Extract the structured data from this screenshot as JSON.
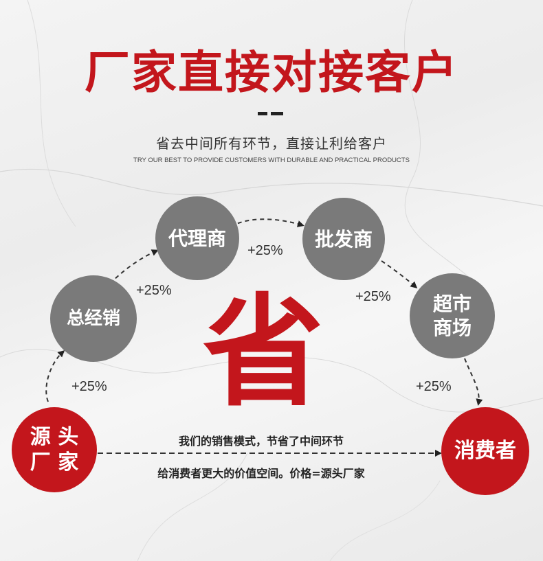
{
  "header": {
    "title": "厂家直接对接客户",
    "subtitle": "省去中间所有环节，直接让利给客户",
    "subtitle_en": "TRY OUR BEST TO PROVIDE CUSTOMERS WITH DURABLE AND PRACTICAL PRODUCTS"
  },
  "nodes": {
    "source": "源 头\n厂 家",
    "general": "总经销",
    "agent": "代理商",
    "wholesale": "批发商",
    "mall": "超市\n商场",
    "consumer": "消费者"
  },
  "increments": {
    "step1": "+25%",
    "step2": "+25%",
    "step3": "+25%",
    "step4": "+25%",
    "step5": "+25%"
  },
  "center": {
    "character": "省"
  },
  "direct_path": {
    "line1": "我们的销售模式，节省了中间环节",
    "line2": "给消费者更大的价值空间。价格=源头厂家"
  },
  "colors": {
    "accent_red": "#c3161c",
    "node_gray": "#7a7a7a",
    "arrow": "#333333"
  }
}
